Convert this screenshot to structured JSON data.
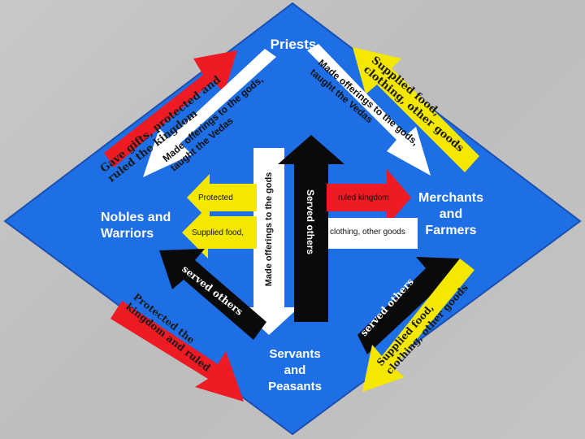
{
  "groups": {
    "priests": "Priests",
    "nobles": "Nobles and\nWarriors",
    "merchants": "Merchants\nand\nFarmers",
    "servants": "Servants\nand\nPeasants"
  },
  "arrows": {
    "nobles_to_priests": "Gave gifts, protected and ruled the kingdom",
    "priests_to_nobles": "Made offerings to the gods, taught the Vedas",
    "merchants_to_priests": "Supplied food, clothing, other goods",
    "priests_to_merchants": "Made offerings to the gods, taught the Vedas",
    "priests_to_servants": "Made offerings to the gods",
    "servants_to_priests": "Served others",
    "nobles_to_merchants": "ruled kingdom",
    "merchants_to_nobles": "clothing, other goods",
    "nobles_protected": "Protected",
    "nobles_supplied": "Supplied food,",
    "servants_to_nobles": "served others",
    "nobles_to_servants": "Protected the kingdom and ruled",
    "servants_to_merchants": "served others",
    "merchants_to_servants": "Supplied food, clothing, other goods"
  },
  "colors": {
    "diamond": "#1e6fe6",
    "red": "#ee1a24",
    "yellow": "#f5e800",
    "black": "#0a0a0a",
    "white": "#ffffff"
  }
}
